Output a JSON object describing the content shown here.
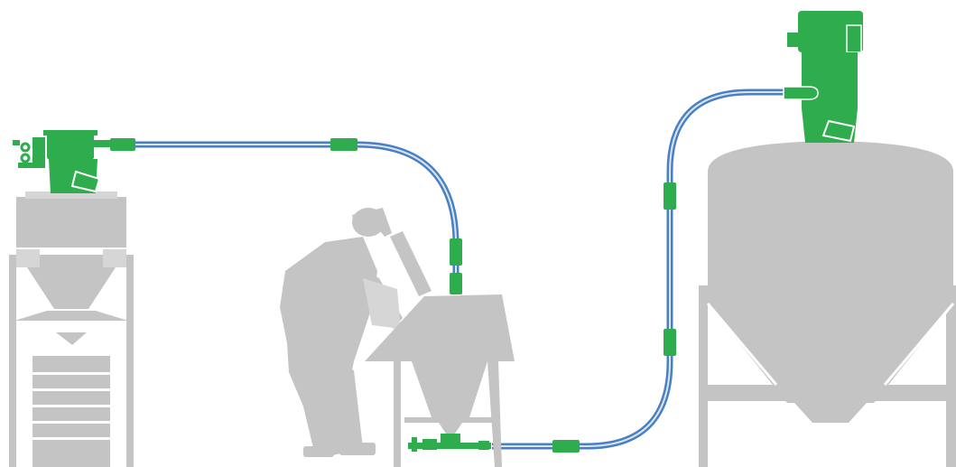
{
  "colors": {
    "equipment_gray": "#c4c4c4",
    "equipment_light": "#d6d6d6",
    "conveyor_green": "#2eac4e",
    "tube_blue": "#4a7fc1",
    "background": "#ffffff"
  },
  "components": [
    {
      "name": "source-receiver",
      "icon": "vacuum-receiver-icon"
    },
    {
      "name": "transfer-hopper",
      "icon": "hopper-icon"
    },
    {
      "name": "destination-silo-receiver",
      "icon": "vacuum-receiver-icon"
    },
    {
      "name": "operator",
      "icon": "worker-silhouette-icon"
    }
  ]
}
